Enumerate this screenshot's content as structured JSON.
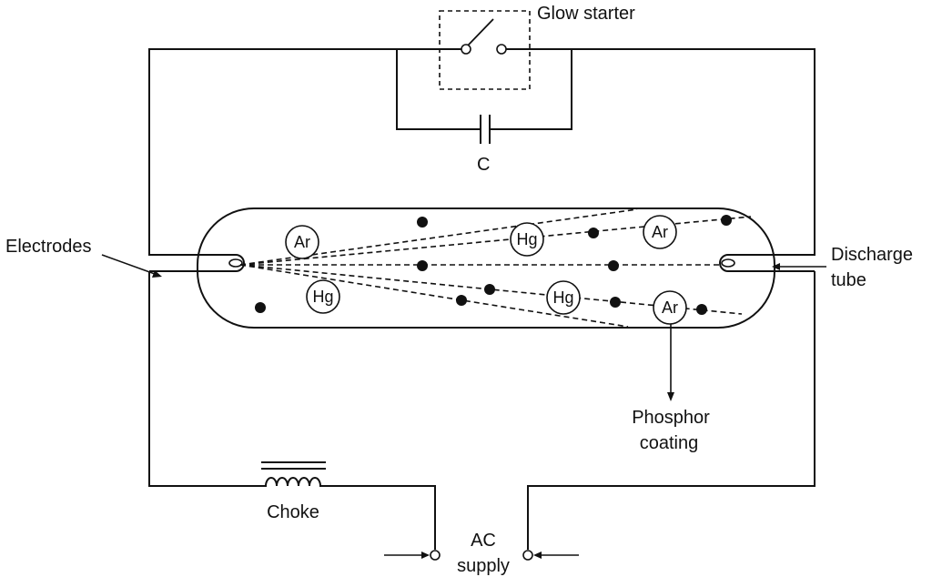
{
  "labels": {
    "glow_starter": "Glow starter",
    "capacitor": "C",
    "electrodes": "Electrodes",
    "discharge_line1": "Discharge",
    "discharge_line2": "tube",
    "phosphor_line1": "Phosphor",
    "phosphor_line2": "coating",
    "choke": "Choke",
    "ac_line1": "AC",
    "ac_line2": "supply"
  },
  "atoms": [
    {
      "symbol": "Ar"
    },
    {
      "symbol": "Hg"
    },
    {
      "symbol": "Hg"
    },
    {
      "symbol": "Ar"
    },
    {
      "symbol": "Hg"
    },
    {
      "symbol": "Ar"
    }
  ]
}
